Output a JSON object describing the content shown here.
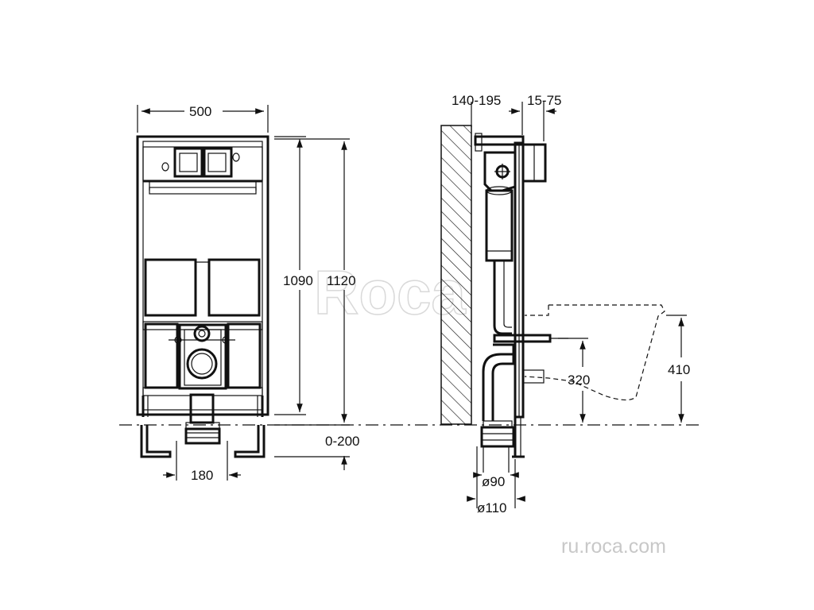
{
  "dimensions": {
    "frame_width": "500",
    "height_inner": "1090",
    "height_total": "1120",
    "floor_range": "0-200",
    "bolt_spacing": "180",
    "wall_distance": "140-195",
    "finish_thickness": "15-75",
    "outlet_height": "320",
    "bowl_height": "410",
    "pipe_small": "ø90",
    "pipe_large": "ø110"
  },
  "watermark": {
    "logo_text": "Roca",
    "site_text": "ru.roca.com"
  },
  "colors": {
    "ink": "#111111",
    "watermark": "#d0d0d0"
  }
}
